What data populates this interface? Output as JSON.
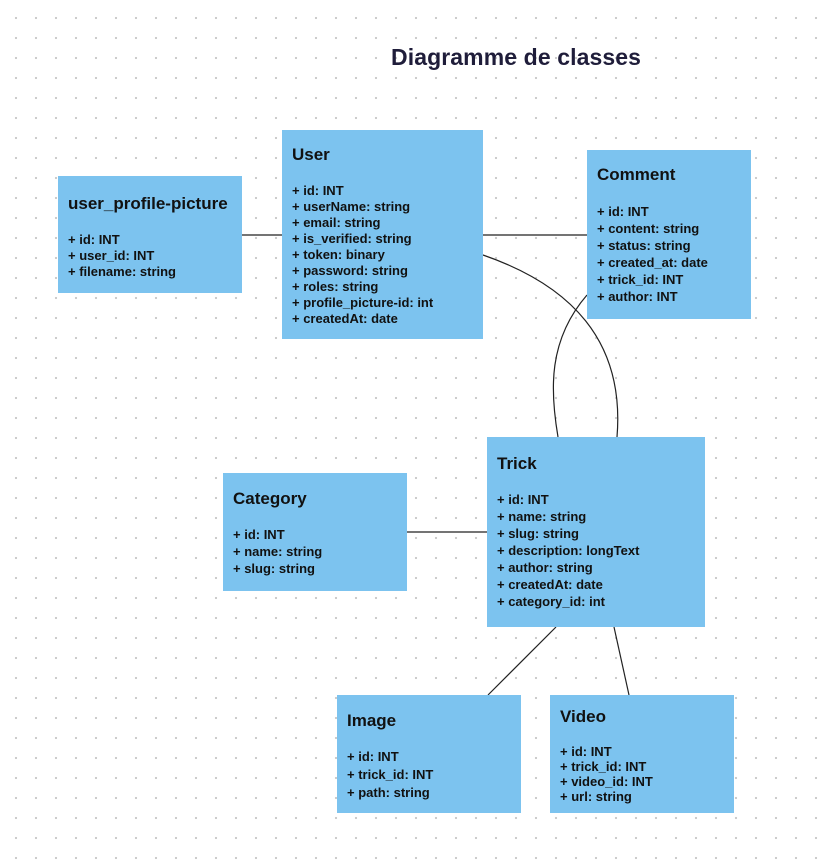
{
  "title": "Diagramme de classes",
  "colors": {
    "box": "#7cc3ef",
    "line": "#222222",
    "title": "#1f1d3a"
  },
  "classes": {
    "user_profile_picture": {
      "name": "user_profile-picture",
      "fields": [
        "+ id: INT",
        "+ user_id: INT",
        "+ filename: string"
      ]
    },
    "user": {
      "name": "User",
      "fields": [
        "+ id: INT",
        "+ userName: string",
        "+ email: string",
        "+ is_verified: string",
        "+ token: binary",
        "+ password: string",
        "+ roles: string",
        "+ profile_picture-id: int",
        "+ createdAt: date"
      ]
    },
    "comment": {
      "name": "Comment",
      "fields": [
        "+ id: INT",
        "+ content: string",
        "+ status: string",
        "+ created_at: date",
        "+ trick_id: INT",
        "+ author: INT"
      ]
    },
    "category": {
      "name": "Category",
      "fields": [
        "+ id: INT",
        "+ name: string",
        "+ slug: string"
      ]
    },
    "trick": {
      "name": "Trick",
      "fields": [
        "+ id: INT",
        "+ name: string",
        "+ slug: string",
        "+ description: longText",
        "+ author: string",
        "+ createdAt: date",
        "+ category_id: int"
      ]
    },
    "image": {
      "name": "Image",
      "fields": [
        "+ id: INT",
        "+ trick_id: INT",
        "+ path: string"
      ]
    },
    "video": {
      "name": "Video",
      "fields": [
        "+ id: INT",
        "+ trick_id: INT",
        "+ video_id: INT",
        "+ url: string"
      ]
    }
  }
}
